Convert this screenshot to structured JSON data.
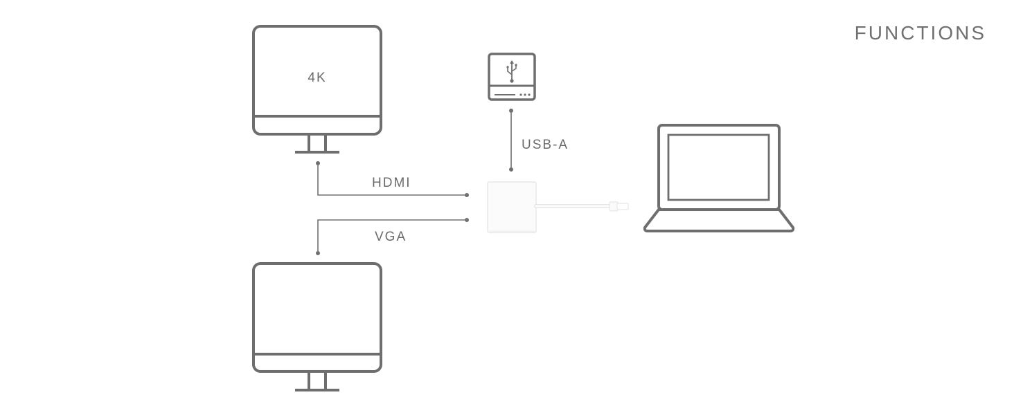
{
  "header": {
    "title": "FUNCTIONS"
  },
  "devices": {
    "monitor_top": {
      "label": "4K"
    },
    "monitor_bottom": {
      "label": ""
    }
  },
  "connections": {
    "usb": {
      "label": "USB-A"
    },
    "hdmi": {
      "label": "HDMI"
    },
    "vga": {
      "label": "VGA"
    }
  },
  "colors": {
    "stroke": "#6e6e6e",
    "line": "#707070",
    "text": "#6b6b6b",
    "adapter_fill": "#fbfbfb",
    "adapter_edge": "#e6e6e6"
  }
}
